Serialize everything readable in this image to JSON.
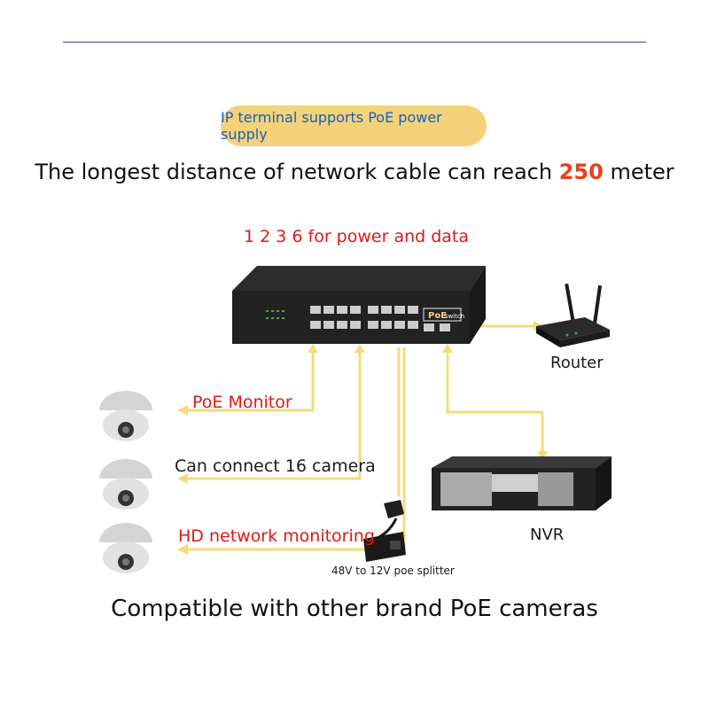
{
  "header": {
    "pill_text": "IP terminal supports PoE power supply",
    "headline_prefix": "The longest distance of network cable can reach ",
    "headline_number": "250",
    "headline_suffix": " meter"
  },
  "switch": {
    "pins_label": "1 2 3 6 for power and data",
    "brand": "PoE",
    "brand_sub": "Switch"
  },
  "labels": {
    "router": "Router",
    "poe_monitor": "PoE Monitor",
    "connect_cameras": "Can connect 16 camera",
    "hd_monitoring": "HD network monitoring",
    "nvr": "NVR",
    "splitter": "48V to 12V poe splitter"
  },
  "footer": {
    "text": "Compatible with other brand PoE cameras"
  },
  "colors": {
    "cable": "#f2dd7a",
    "accent_red": "#e01818",
    "pill": "#f4d27a",
    "pill_text": "#1460b8"
  }
}
